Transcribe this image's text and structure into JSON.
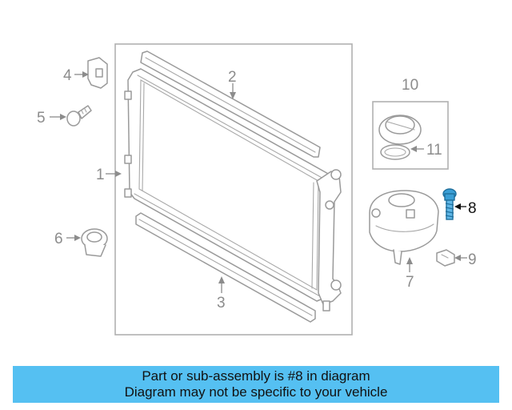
{
  "callouts": {
    "c1": "1",
    "c2": "2",
    "c3": "3",
    "c4": "4",
    "c5": "5",
    "c6": "6",
    "c7": "7",
    "c8": "8",
    "c9": "9",
    "c10": "10",
    "c11": "11"
  },
  "highlighted_part": "8",
  "colors": {
    "banner": "#55c0f2",
    "line_art": "#9a9a9a",
    "highlight": "#3a9fd6"
  },
  "banner": {
    "line1": "Part or sub-assembly is #8 in diagram",
    "line2": "Diagram may not be specific to your vehicle"
  }
}
